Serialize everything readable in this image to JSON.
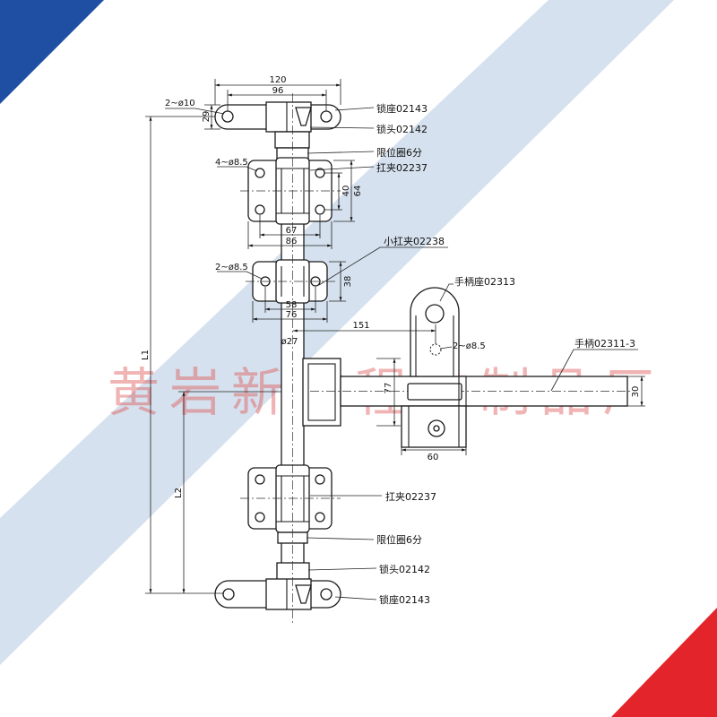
{
  "watermark": "黄岩新前程信制品厂",
  "colors": {
    "background": "#ffffff",
    "band": "#d5e1ee",
    "corner_blue": "#1f4fa3",
    "corner_red": "#e3252b",
    "watermark": "#e05a5a"
  },
  "labels": {
    "lock_seat_top": "锁座02143",
    "lock_head_top": "锁头02142",
    "limit_ring_top": "限位圈6分",
    "clamp_top": "扛夹02237",
    "small_clamp": "小扛夹02238",
    "handle_seat": "手柄座02313",
    "handle": "手柄02311-3",
    "clamp_bottom": "扛夹02237",
    "limit_ring_bottom": "限位圈6分",
    "lock_head_bottom": "锁头02142",
    "lock_seat_bottom": "锁座02143"
  },
  "dimensions": {
    "seat_width": "120",
    "seat_hole_pitch": "96",
    "seat_holes": "2~ø10",
    "seat_height": "29",
    "clamp_holes": "4~ø8.5",
    "clamp_inner": "40",
    "clamp_height": "64",
    "clamp_hole_pitch": "67",
    "clamp_width": "86",
    "small_clamp_holes": "2~ø8.5",
    "small_clamp_height": "38",
    "small_clamp_hole_pitch": "58",
    "small_clamp_width": "76",
    "handle_offset": "151",
    "rod_diameter": "ø27",
    "handle_seat_holes": "2~ø8.5",
    "handle_seat_height": "77",
    "handle_height": "30",
    "handle_seat_width": "60",
    "total_length": "L1",
    "handle_length": "L2"
  }
}
